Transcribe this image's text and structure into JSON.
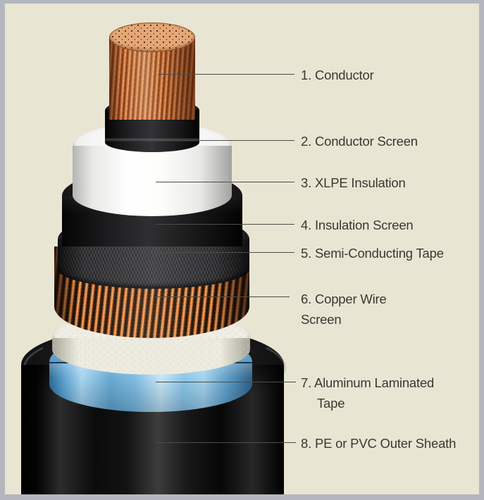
{
  "figure": {
    "title": "Power cable construction cutaway",
    "background_color": "#e8e5d3",
    "frame_color": "#b3b7bd",
    "text_color": "#3a3833",
    "leader_line_color": "#4f4d47"
  },
  "labels": [
    {
      "line1": "1. Conductor"
    },
    {
      "line1": "2. Conductor Screen"
    },
    {
      "line1": "3. XLPE Insulation"
    },
    {
      "line1": "4. Insulation Screen"
    },
    {
      "line1": "5. Semi-Conducting Tape"
    },
    {
      "line1": "6. Copper Wire",
      "line2": "Screen"
    },
    {
      "line1": "7. Aluminum Laminated",
      "line2": "Tape"
    },
    {
      "line1": "8. PE or PVC Outer Sheath"
    }
  ],
  "layers": [
    {
      "name": "conductor",
      "material_color": "#c4703a"
    },
    {
      "name": "conductor-screen",
      "material_color": "#1e1e20"
    },
    {
      "name": "xlpe-insulation",
      "material_color": "#ffffff"
    },
    {
      "name": "insulation-screen",
      "material_color": "#1c1c1e"
    },
    {
      "name": "semi-conducting-tape",
      "material_color": "#38383b"
    },
    {
      "name": "copper-wire-screen",
      "material_color": "#e0854a"
    },
    {
      "name": "separator-tape",
      "material_color": "#edebe0"
    },
    {
      "name": "aluminum-laminated-tape",
      "material_color": "#7fbce2"
    },
    {
      "name": "outer-sheath",
      "material_color": "#0d0d0d"
    }
  ]
}
